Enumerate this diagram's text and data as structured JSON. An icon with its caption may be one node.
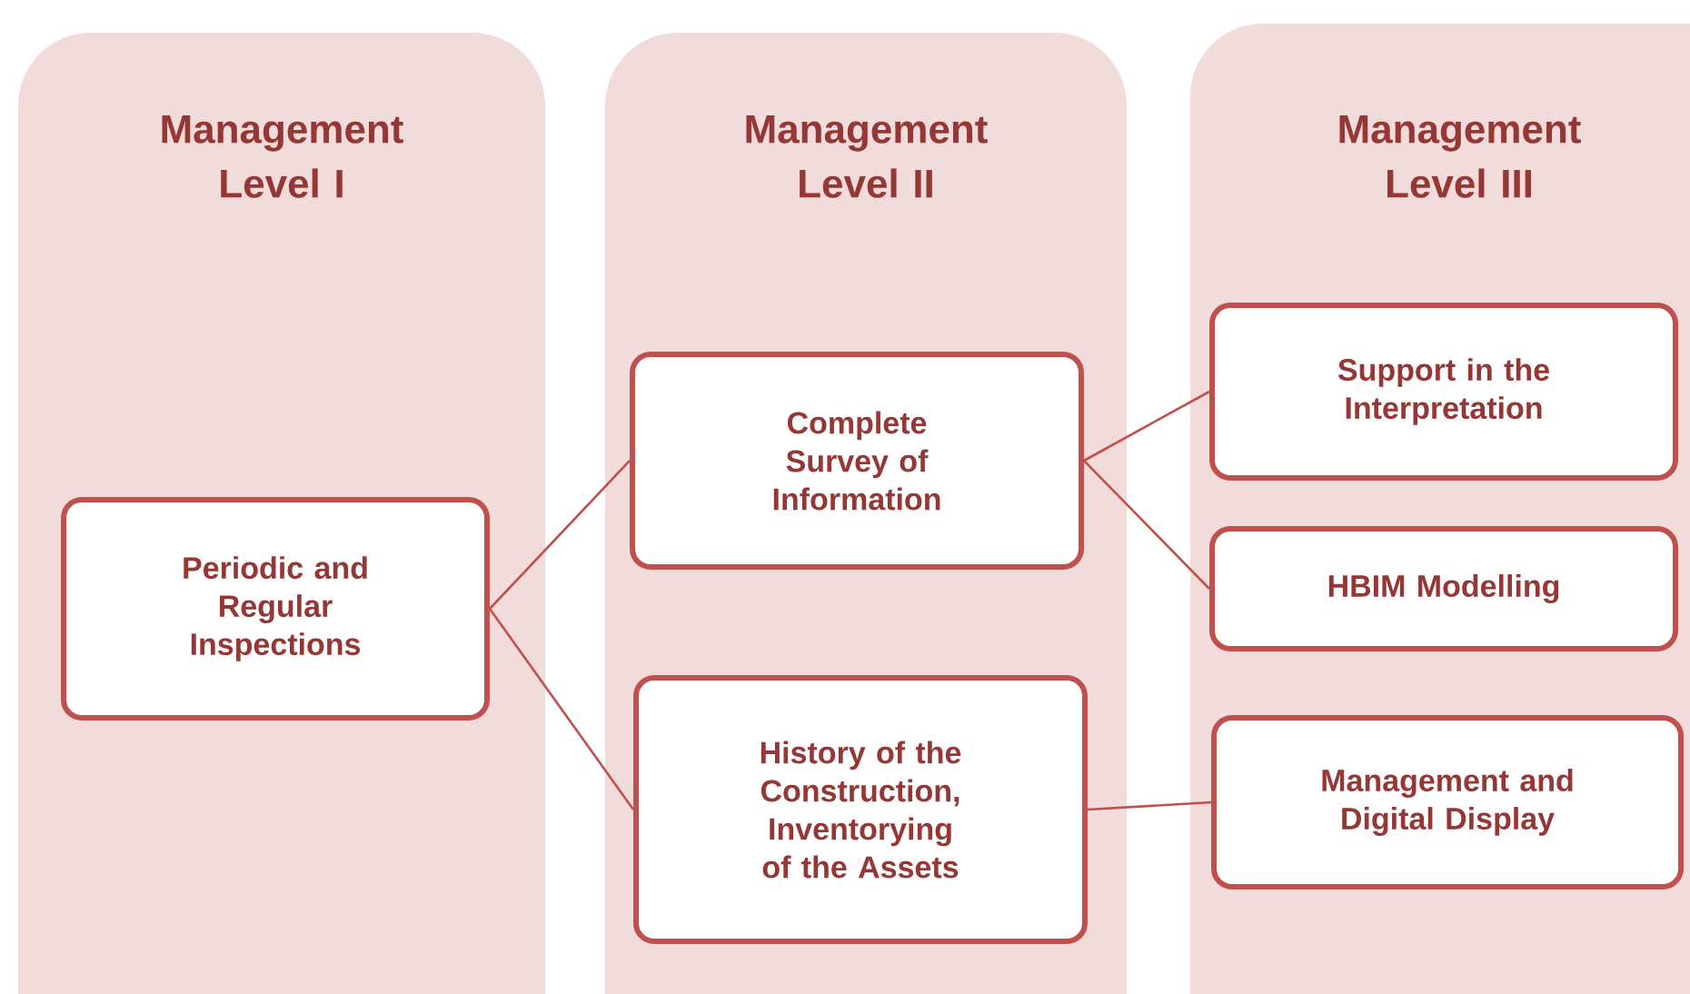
{
  "diagram": {
    "nodes": [
      {
        "text": [
          "Management Level I"
        ]
      },
      {
        "text": [
          "Management Level II"
        ]
      },
      {
        "text": [
          "Management Level III"
        ]
      },
      {
        "text": [
          "Periodic and Regular Inspections"
        ],
        "in": 0
      },
      {
        "text": [
          "Complete Survey of Information"
        ],
        "in": 1
      },
      {
        "text": [
          "History of the Construction, Inventorying of the Assets"
        ],
        "in": 1
      },
      {
        "text": [
          "Support in the Interpretation"
        ],
        "in": 2
      },
      {
        "text": [
          "HBIM Modelling"
        ],
        "in": 2
      },
      {
        "text": [
          "Management and Digital Display"
        ],
        "in": 2
      }
    ],
    "edges": [
      {
        "from": 3,
        "to": 4,
        "arrow": "none"
      },
      {
        "from": 3,
        "to": 5,
        "arrow": "none"
      },
      {
        "from": 4,
        "to": 6,
        "arrow": "none"
      },
      {
        "from": 4,
        "to": 7,
        "arrow": "none"
      },
      {
        "from": 5,
        "to": 8,
        "arrow": "none"
      }
    ]
  }
}
